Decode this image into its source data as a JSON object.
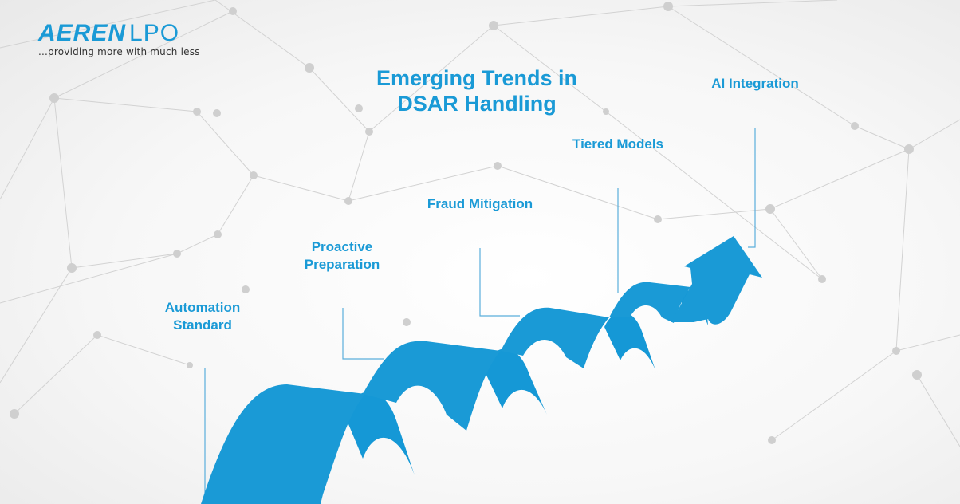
{
  "logo": {
    "brand": "AEREN",
    "suffix": "LPO",
    "tagline": "...providing more with much less"
  },
  "title": {
    "line1": "Emerging Trends in",
    "line2": "DSAR Handling"
  },
  "steps": [
    {
      "label_line1": "Automation",
      "label_line2": "Standard"
    },
    {
      "label_line1": "Proactive",
      "label_line2": "Preparation"
    },
    {
      "label_line1": "Fraud Mitigation",
      "label_line2": ""
    },
    {
      "label_line1": "Tiered Models",
      "label_line2": ""
    },
    {
      "label_line1": "AI Integration",
      "label_line2": ""
    }
  ],
  "colors": {
    "accent": "#1a9ad6",
    "ribbon": "#1a9ad6",
    "connector": "#5aaedc"
  }
}
